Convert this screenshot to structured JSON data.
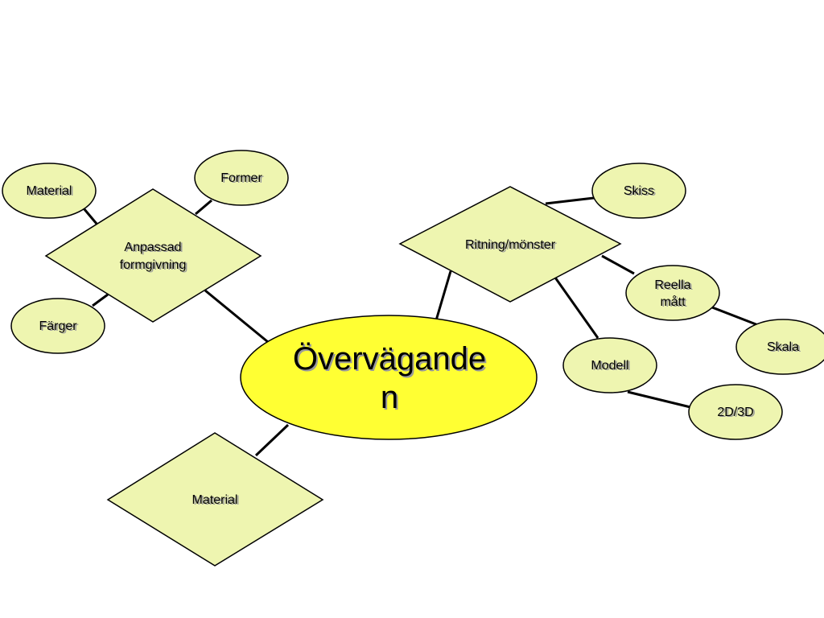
{
  "colors": {
    "node_fill": "#eef5b0",
    "center_fill": "#ffff33",
    "stroke": "#000000",
    "background": "#ffffff"
  },
  "center": {
    "line1": "Övervägande",
    "line2": "n"
  },
  "nodes": {
    "anpassad": {
      "line1": "Anpassad",
      "line2": "formgivning"
    },
    "ritning": {
      "label": "Ritning/mönster"
    },
    "material_diamond": {
      "label": "Material"
    },
    "material_ellipse": {
      "label": "Material"
    },
    "former": {
      "label": "Former"
    },
    "farger": {
      "label": "Färger"
    },
    "skiss": {
      "label": "Skiss"
    },
    "reella": {
      "line1": "Reella",
      "line2": "mått"
    },
    "skala": {
      "label": "Skala"
    },
    "modell": {
      "label": "Modell"
    },
    "dim": {
      "label": "2D/3D"
    }
  }
}
